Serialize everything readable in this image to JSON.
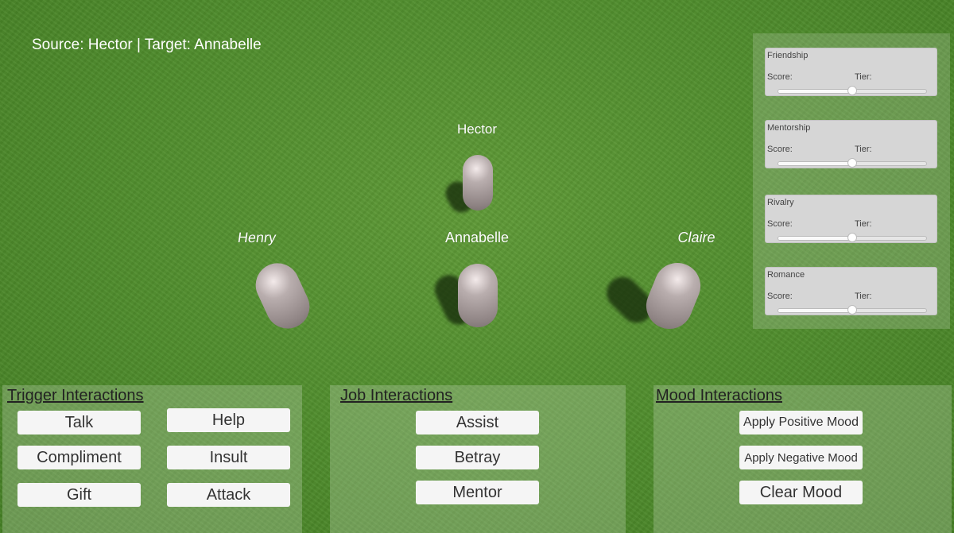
{
  "hud": {
    "source_target": "Source: Hector | Target: Annabelle"
  },
  "characters": [
    {
      "name": "Hector"
    },
    {
      "name": "Henry"
    },
    {
      "name": "Annabelle"
    },
    {
      "name": "Claire"
    }
  ],
  "relationships": [
    {
      "title": "Friendship",
      "score_label": "Score:",
      "tier_label": "Tier:",
      "value": 0.5
    },
    {
      "title": "Mentorship",
      "score_label": "Score:",
      "tier_label": "Tier:",
      "value": 0.5
    },
    {
      "title": "Rivalry",
      "score_label": "Score:",
      "tier_label": "Tier:",
      "value": 0.5
    },
    {
      "title": "Romance",
      "score_label": "Score:",
      "tier_label": "Tier:",
      "value": 0.5
    }
  ],
  "trigger": {
    "title": "Trigger Interactions",
    "buttons": [
      "Talk",
      "Help",
      "Compliment",
      "Insult",
      "Gift",
      "Attack"
    ]
  },
  "job": {
    "title": "Job Interactions",
    "buttons": [
      "Assist",
      "Betray",
      "Mentor"
    ]
  },
  "mood": {
    "title": "Mood Interactions",
    "buttons": [
      "Apply Positive Mood",
      "Apply Negative Mood",
      "Clear Mood"
    ]
  }
}
